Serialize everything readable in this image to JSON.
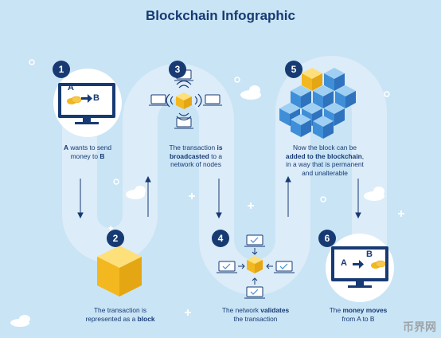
{
  "title": "Blockchain Infographic",
  "colors": {
    "background": "#c9e4f5",
    "navy": "#173a73",
    "gold": "#f3b81f",
    "blue_cube": "#3f8fd8",
    "track": "#dcecf8"
  },
  "steps": [
    {
      "number": "1",
      "icon": "computer-transfer-icon",
      "icon_label_from": "A",
      "icon_label_to": "B",
      "caption": [
        {
          "t": "A",
          "b": true
        },
        {
          "t": " wants to send\nmoney to ",
          "b": false
        },
        {
          "t": "B",
          "b": true
        }
      ]
    },
    {
      "number": "2",
      "icon": "gold-block-icon",
      "caption": [
        {
          "t": "The transaction is\nrepresented as a ",
          "b": false
        },
        {
          "t": "block",
          "b": true
        }
      ]
    },
    {
      "number": "3",
      "icon": "broadcast-network-icon",
      "caption": [
        {
          "t": "The transaction ",
          "b": false
        },
        {
          "t": "is\nbroadcasted",
          "b": true
        },
        {
          "t": " to a\nnetwork of nodes",
          "b": false
        }
      ]
    },
    {
      "number": "4",
      "icon": "validation-network-icon",
      "caption": [
        {
          "t": "The network ",
          "b": false
        },
        {
          "t": "validates",
          "b": true
        },
        {
          "t": "\nthe transaction",
          "b": false
        }
      ]
    },
    {
      "number": "5",
      "icon": "blockchain-cubes-icon",
      "caption": [
        {
          "t": "Now the block can be\n",
          "b": false
        },
        {
          "t": "added to the blockchain",
          "b": true
        },
        {
          "t": ",\nin a way that is permanent\nand unalterable",
          "b": false
        }
      ]
    },
    {
      "number": "6",
      "icon": "computer-transfer-icon",
      "icon_label_from": "A",
      "icon_label_to": "B",
      "caption": [
        {
          "t": "The ",
          "b": false
        },
        {
          "t": "money moves",
          "b": true
        },
        {
          "t": "\nfrom A to B",
          "b": false
        }
      ]
    }
  ],
  "watermark": "币界网"
}
